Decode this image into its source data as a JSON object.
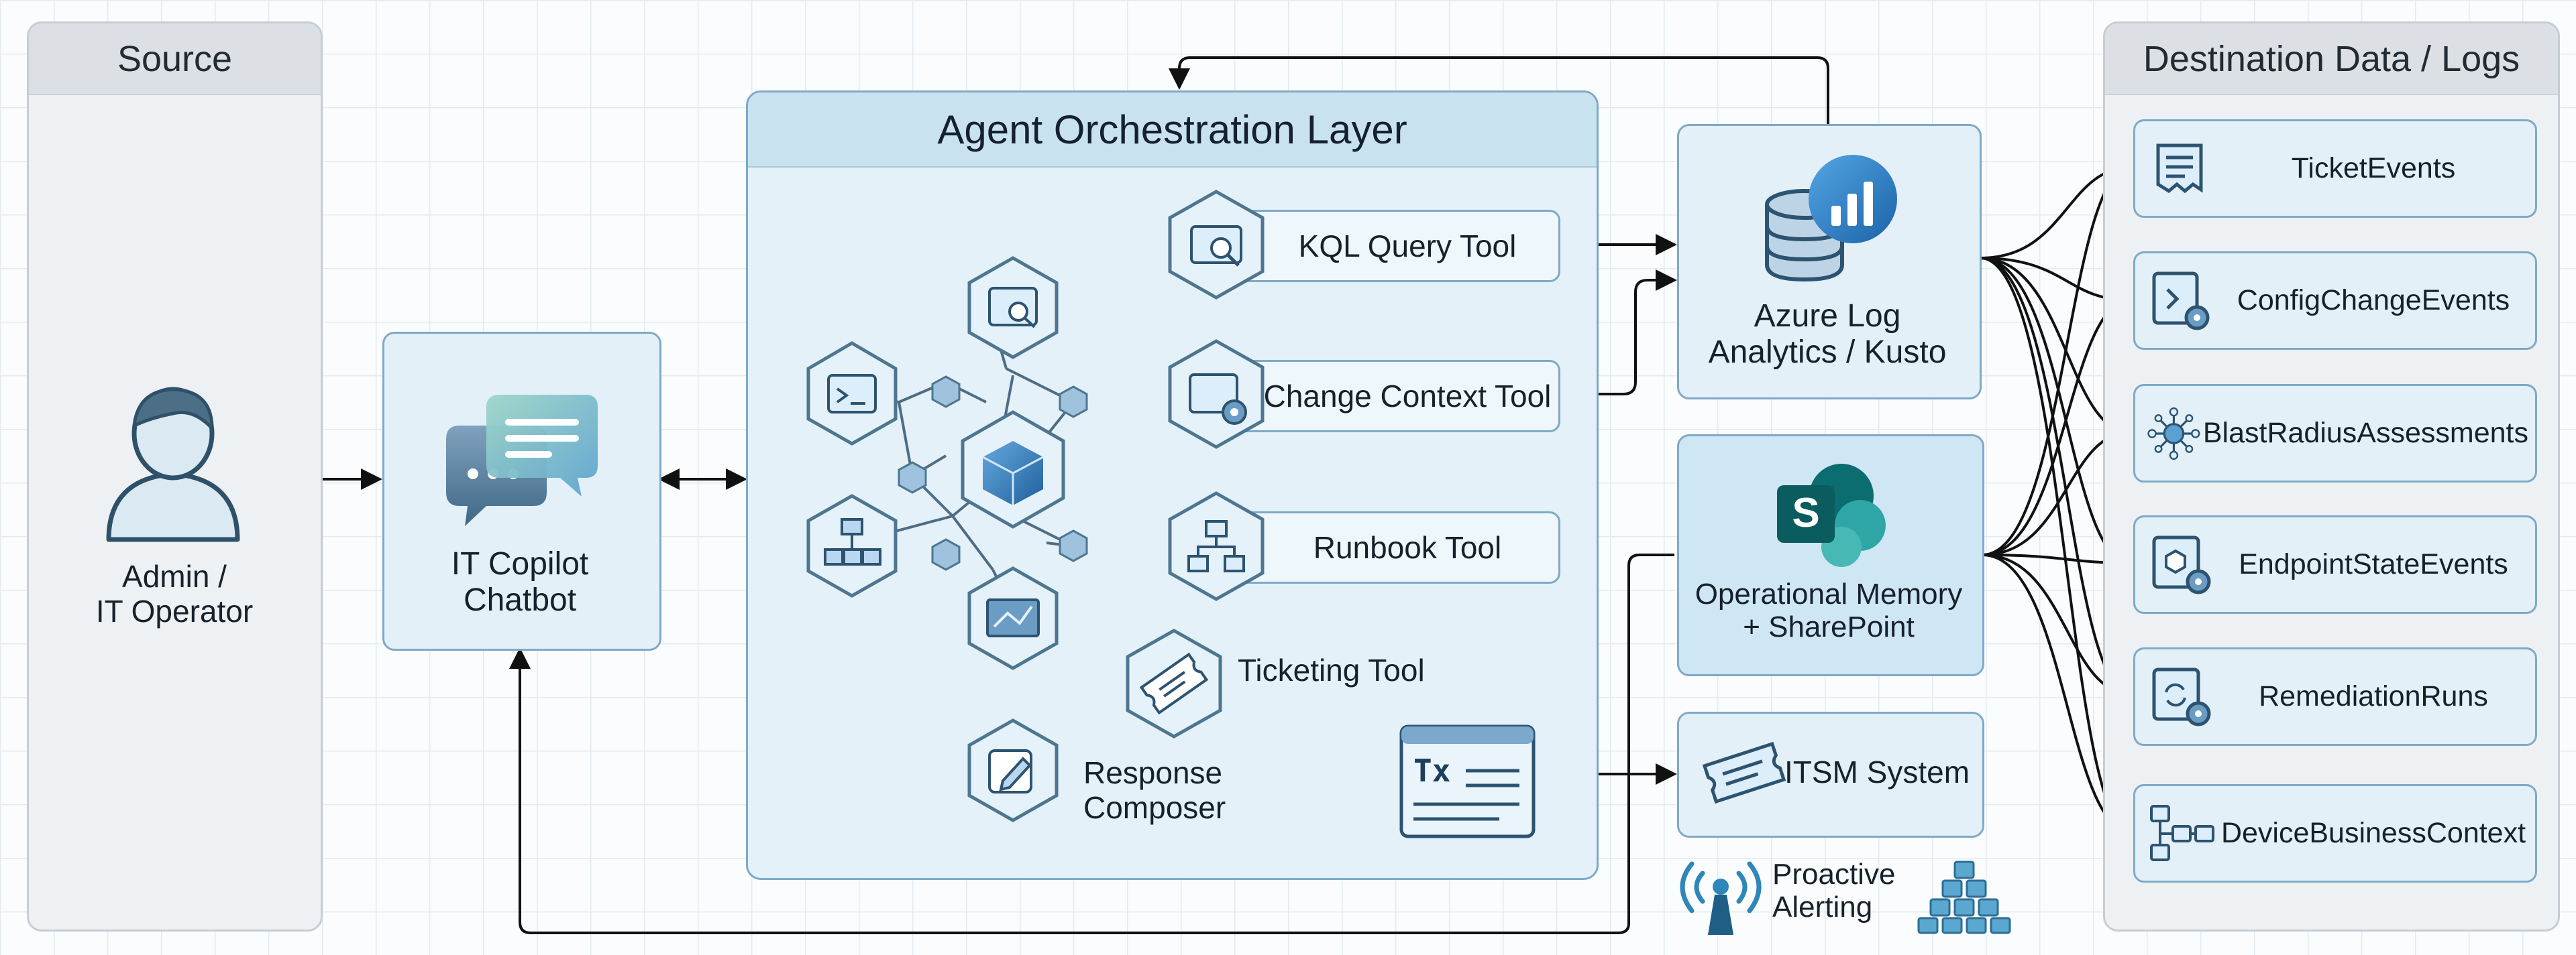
{
  "source": {
    "title": "Source",
    "actor": "Admin /\nIT Operator"
  },
  "chatbot": {
    "label": "IT Copilot\nChatbot"
  },
  "orchestration": {
    "title": "Agent Orchestration Layer",
    "tools": {
      "kql": "KQL Query Tool",
      "change_context": "Change Context Tool",
      "runbook": "Runbook Tool",
      "ticketing": "Ticketing Tool",
      "composer": "Response\nComposer"
    }
  },
  "services": {
    "azure": "Azure Log\nAnalytics / Kusto",
    "memory": "Operational Memory\n+ SharePoint",
    "itsm": "ITSM System",
    "alerting": "Proactive\nAlerting"
  },
  "destination": {
    "title": "Destination Data / Logs",
    "items": [
      {
        "label": "TicketEvents",
        "icon": "ticket-doc-icon"
      },
      {
        "label": "ConfigChangeEvents",
        "icon": "config-gear-icon"
      },
      {
        "label": "BlastRadiusAssessments",
        "icon": "network-hub-icon"
      },
      {
        "label": "EndpointStateEvents",
        "icon": "endpoint-gear-icon"
      },
      {
        "label": "RemediationRuns",
        "icon": "remediation-gear-icon"
      },
      {
        "label": "DeviceBusinessContext",
        "icon": "device-flow-icon"
      }
    ]
  },
  "colors": {
    "accent": "#1f6fb8",
    "box_fill": "#e3f0f8",
    "box_border": "#7fa9c6",
    "sharepoint": "#0f7b7e"
  }
}
